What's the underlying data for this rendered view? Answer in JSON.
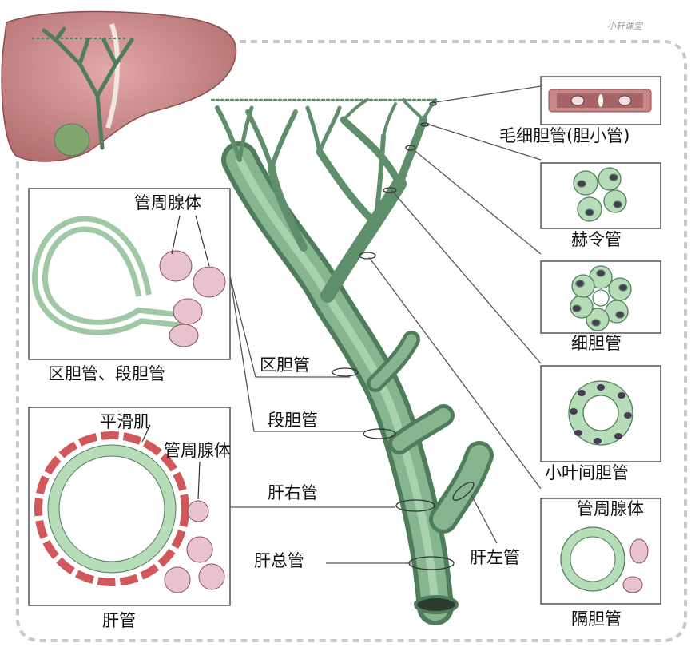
{
  "brand": "小轩课堂",
  "colors": {
    "duct": "#6f9f7a",
    "duct_dark": "#4f7d5b",
    "epithelium": "#b6dcb8",
    "nucleus": "#4a3a55",
    "liver": "#c98788",
    "smooth_muscle": "#d0575a",
    "gland": "#e8c3cf"
  },
  "labels": {
    "capillary": "毛细胆管(胆小管)",
    "hering": "赫令管",
    "ductule": "细胆管",
    "interlobular": "小叶间胆管",
    "septal": "隔胆管",
    "septal_glands": "管周腺体",
    "area_segment_caption": "区胆管、段胆管",
    "area_segment_glands": "管周腺体",
    "hepatic_caption": "肝管",
    "smooth_muscle": "平滑肌",
    "hepatic_glands": "管周腺体",
    "area_duct": "区胆管",
    "segment_duct": "段胆管",
    "right_hepatic": "肝右管",
    "left_hepatic": "肝左管",
    "common_hepatic": "肝总管"
  }
}
